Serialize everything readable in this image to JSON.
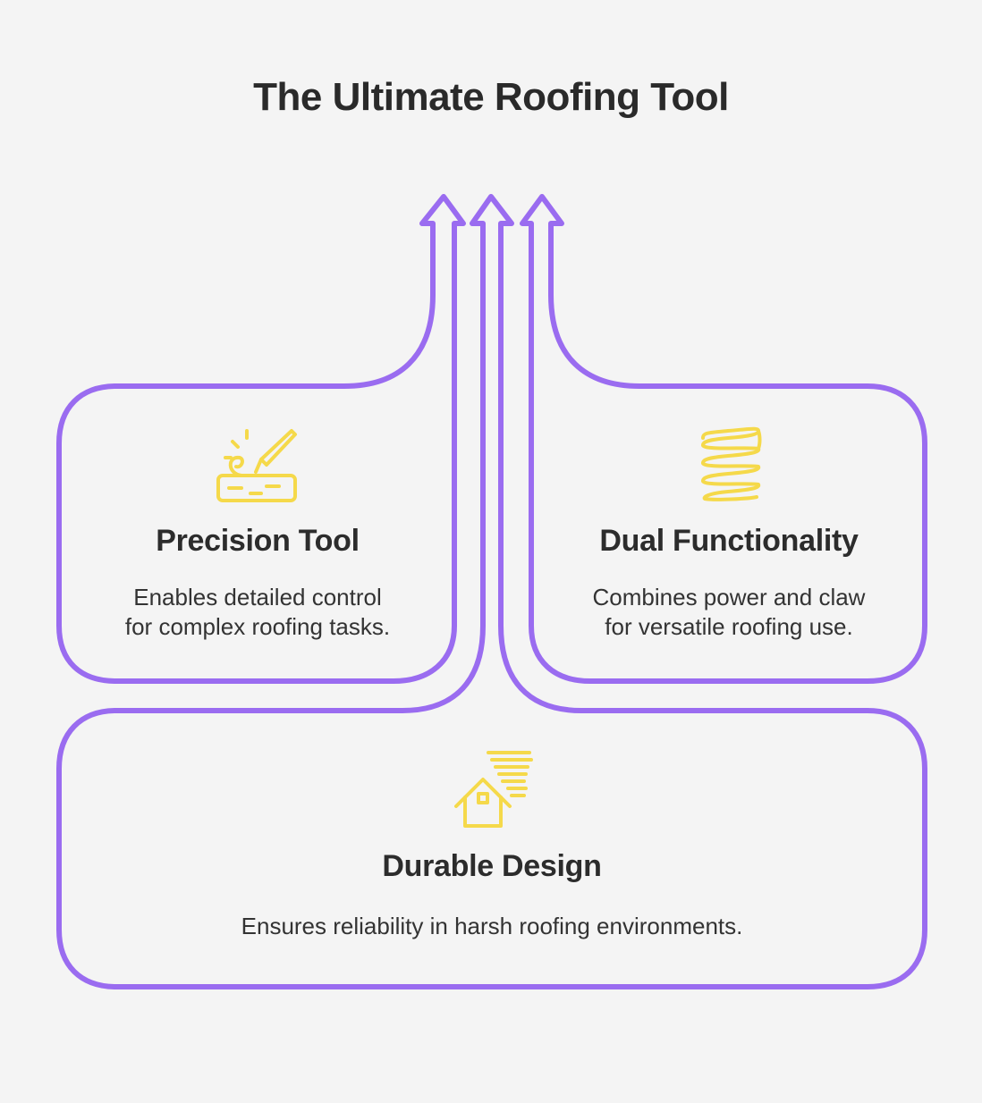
{
  "title": "The Ultimate Roofing Tool",
  "colors": {
    "outline": "#9a6cf0",
    "icon": "#f5d94a",
    "background": "#f4f4f4"
  },
  "cards": {
    "precision": {
      "heading": "Precision Tool",
      "description_line1": "Enables detailed control",
      "description_line2": "for complex roofing tasks.",
      "icon": "precision-cutting-icon"
    },
    "dual": {
      "heading": "Dual Functionality",
      "description_line1": "Combines power and claw",
      "description_line2": "for versatile roofing use.",
      "icon": "coil-spring-icon"
    },
    "durable": {
      "heading": "Durable Design",
      "description": "Ensures reliability in harsh roofing environments.",
      "icon": "house-wind-icon"
    }
  }
}
